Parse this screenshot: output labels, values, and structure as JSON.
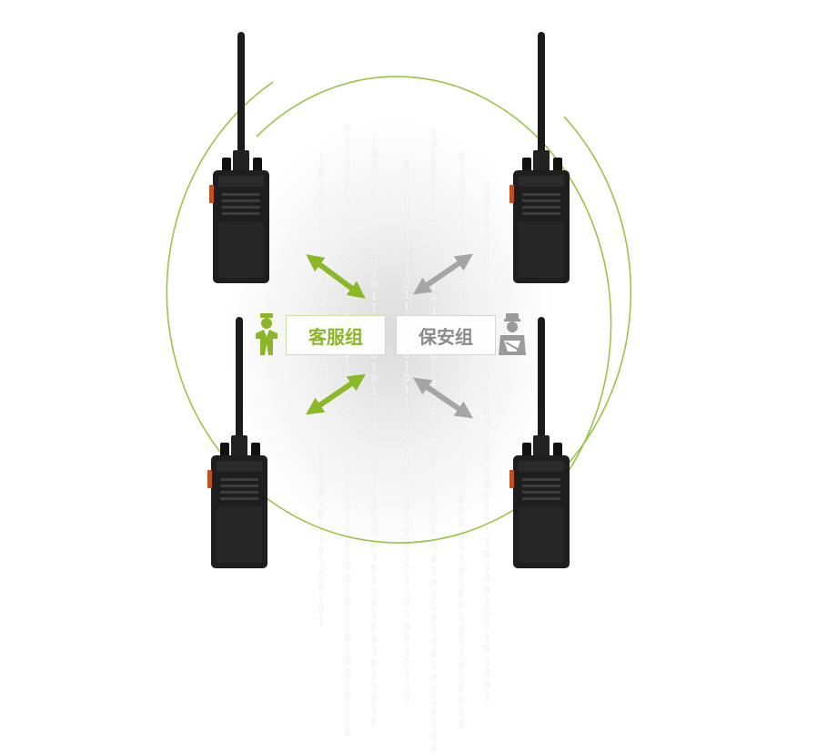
{
  "groups": {
    "service": {
      "label": "客服组",
      "color": "#8cb52a"
    },
    "security": {
      "label": "保安组",
      "color": "#999999"
    }
  },
  "colors": {
    "green_ring": "#9cc347",
    "green_arrow": "#8ab827",
    "grey_arrow": "#a5a5a5",
    "radio_body": "#1e1e1e"
  },
  "icons": [
    "walkie-talkie-icon",
    "customer-service-person-icon",
    "security-guard-icon",
    "double-arrow-icon"
  ],
  "radios": [
    {
      "id": "top-left",
      "group": "service"
    },
    {
      "id": "top-right",
      "group": "security"
    },
    {
      "id": "bottom-left",
      "group": "service"
    },
    {
      "id": "bottom-right",
      "group": "security"
    }
  ]
}
